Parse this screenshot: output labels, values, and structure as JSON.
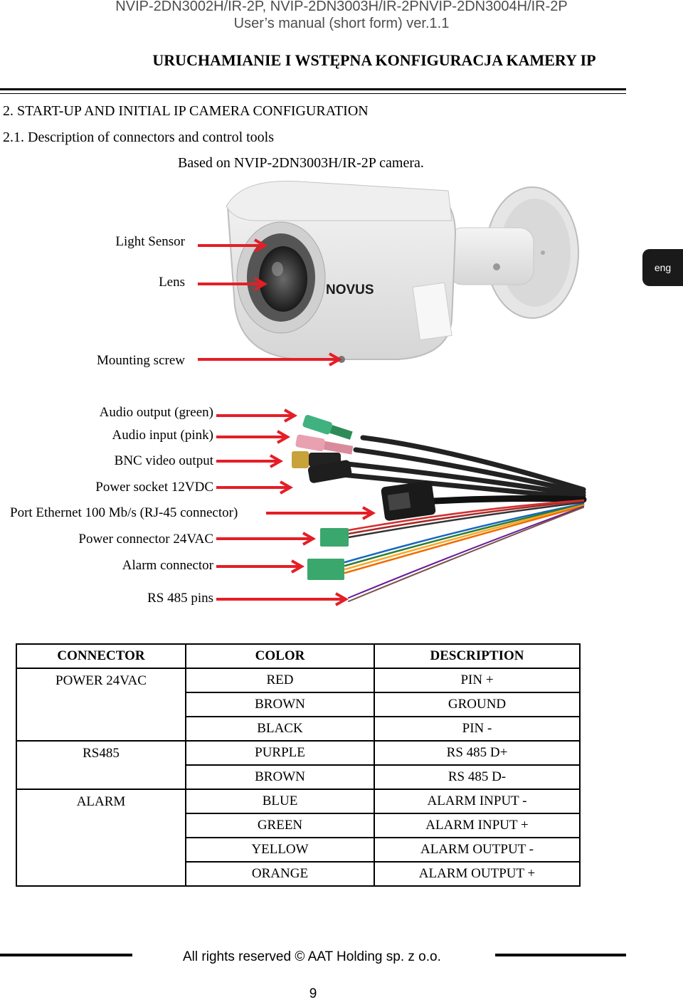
{
  "header": {
    "model_line": "NVIP-2DN3002H/IR-2P, NVIP-2DN3003H/IR-2PNVIP-2DN3004H/IR-2P",
    "manual_line": "User’s manual (short form) ver.1.1",
    "section_pl": "URUCHAMIANIE I WSTĘPNA KONFIGURACJA KAMERY IP"
  },
  "content": {
    "section_title": "2. START-UP AND INITIAL IP CAMERA CONFIGURATION",
    "subsection_title": "2.1.  Description of connectors and control tools",
    "based_on": "Based on NVIP-2DN3003H/IR-2P camera."
  },
  "language_tab": "eng",
  "camera_labels": {
    "light_sensor": "Light Sensor",
    "lens": "Lens",
    "mounting_screw": "Mounting screw",
    "brand": "NOVUS"
  },
  "cable_labels": [
    "Audio output (green)",
    "Audio input (pink)",
    "BNC video output",
    "Power socket 12VDC",
    "Port Ethernet 100 Mb/s (RJ-45 connector)",
    "Power connector 24VAC",
    "Alarm connector",
    "RS 485 pins"
  ],
  "table": {
    "headers": [
      "CONNECTOR",
      "COLOR",
      "DESCRIPTION"
    ],
    "rows": [
      {
        "connector": "POWER 24VAC",
        "color": "RED",
        "description": "PIN +"
      },
      {
        "connector": "",
        "color": "BROWN",
        "description": "GROUND"
      },
      {
        "connector": "",
        "color": "BLACK",
        "description": "PIN  -"
      },
      {
        "connector": "RS485",
        "color": "PURPLE",
        "description": "RS 485 D+"
      },
      {
        "connector": "",
        "color": "BROWN",
        "description": "RS 485 D-"
      },
      {
        "connector": "ALARM",
        "color": "BLUE",
        "description": "ALARM INPUT -"
      },
      {
        "connector": "",
        "color": "GREEN",
        "description": "ALARM INPUT +"
      },
      {
        "connector": "",
        "color": "YELLOW",
        "description": "ALARM OUTPUT -"
      },
      {
        "connector": "",
        "color": "ORANGE",
        "description": "ALARM OUTPUT +"
      }
    ]
  },
  "footer": {
    "copyright": "All rights reserved © AAT Holding sp. z o.o.",
    "page_number": "9"
  },
  "colors": {
    "arrow": "#e41e26",
    "header_text": "#4d4d4d"
  }
}
